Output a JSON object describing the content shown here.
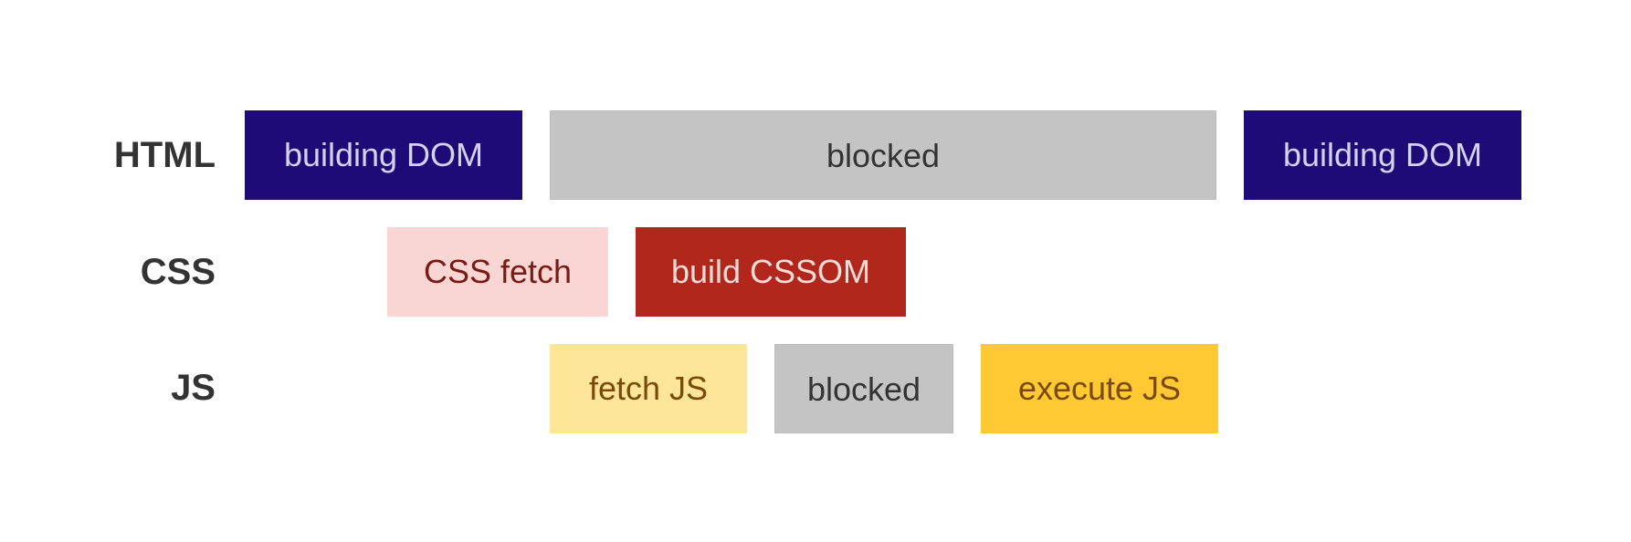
{
  "rows": [
    {
      "label": "HTML",
      "segments": [
        {
          "text": "building DOM",
          "bg": "#1e0b77",
          "fg": "#d6d2f5"
        },
        {
          "text": "blocked",
          "bg": "#c4c4c4",
          "fg": "#333333"
        },
        {
          "text": "building DOM",
          "bg": "#1e0b77",
          "fg": "#d6d2f5"
        }
      ]
    },
    {
      "label": "CSS",
      "segments": [
        {
          "text": "CSS fetch",
          "bg": "#f9d6d4",
          "fg": "#7a1a14"
        },
        {
          "text": "build CSSOM",
          "bg": "#b2271b",
          "fg": "#f9dcd8"
        }
      ]
    },
    {
      "label": "JS",
      "segments": [
        {
          "text": "fetch JS",
          "bg": "#fee698",
          "fg": "#7a4a08"
        },
        {
          "text": "blocked",
          "bg": "#c4c4c4",
          "fg": "#333333"
        },
        {
          "text": "execute JS",
          "bg": "#ffc933",
          "fg": "#7a4a08"
        }
      ]
    }
  ]
}
